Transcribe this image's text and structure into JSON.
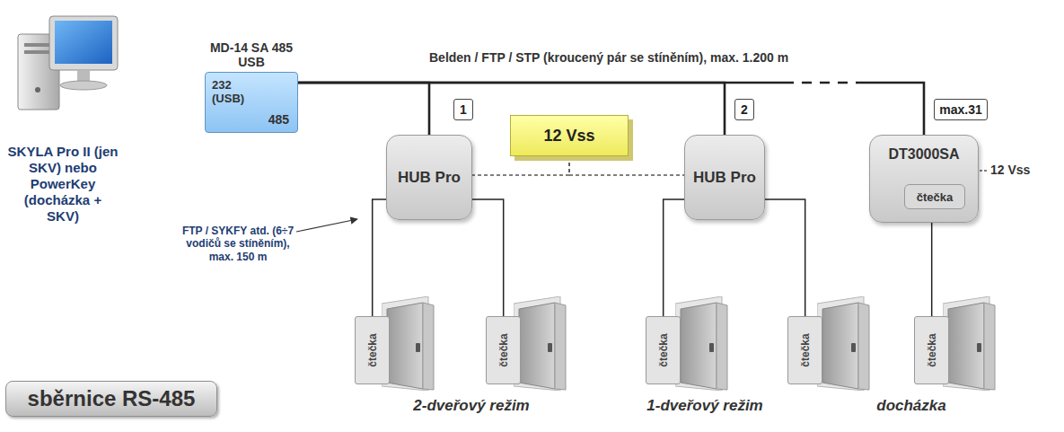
{
  "diagram": {
    "nodes": [
      {
        "text": [
          "MD-14 SA 485 USB",
          "232 (USB)",
          "485"
        ]
      },
      {
        "text": [
          "1"
        ]
      },
      {
        "text": [
          "12 Vss"
        ]
      },
      {
        "text": [
          "2"
        ]
      },
      {
        "text": [
          "max.31"
        ]
      },
      {
        "text": [
          "HUB Pro"
        ]
      },
      {
        "text": [
          "HUB Pro"
        ]
      },
      {
        "text": [
          "DT3000SA"
        ]
      },
      {
        "text": [
          "čtečka"
        ],
        "in": 7
      },
      {
        "text": [
          "čtečka"
        ]
      },
      {
        "text": [
          "čtečka"
        ]
      },
      {
        "text": [
          "čtečka"
        ]
      },
      {
        "text": [
          "čtečka"
        ]
      },
      {
        "text": [
          "čtečka"
        ]
      },
      {
        "text": [
          "sběrnice RS-485"
        ]
      }
    ],
    "edges": [
      {
        "from": 0,
        "to": 5,
        "arrow": "none"
      },
      {
        "from": 0,
        "to": 6,
        "arrow": "none"
      },
      {
        "from": 0,
        "to": 7,
        "arrow": "none"
      },
      {
        "from": 2,
        "to": 5,
        "arrow": "none"
      },
      {
        "from": 2,
        "to": 6,
        "arrow": "none"
      },
      {
        "from": 5,
        "to": 9,
        "arrow": "none"
      },
      {
        "from": 5,
        "to": 10,
        "arrow": "none"
      },
      {
        "from": 6,
        "to": 11,
        "arrow": "none"
      },
      {
        "from": 6,
        "to": 12,
        "arrow": "none"
      },
      {
        "from": 7,
        "to": 13,
        "arrow": "none"
      }
    ],
    "labels": [
      "SKYLA Pro II (jen SKV) nebo PowerKey (docházka + SKV)",
      "Belden / FTP / STP (kroucený pár se stíněním), max. 1.200 m",
      "12 Vss",
      "FTP / SYKFY atd. (6÷7 vodičů se stíněním), max. 150 m",
      "2-dveřový režim",
      "1-dveřový režim",
      "docházka"
    ]
  }
}
